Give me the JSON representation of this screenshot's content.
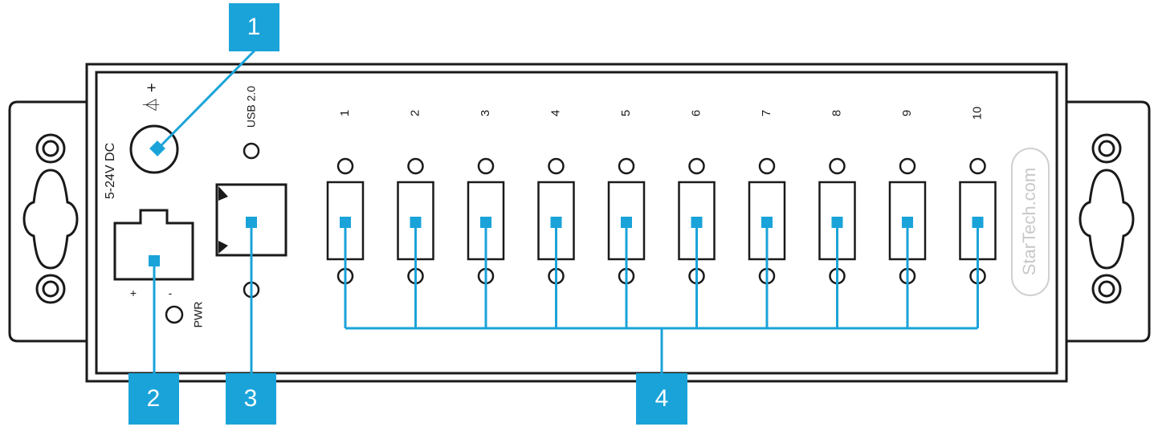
{
  "colors": {
    "callout": "#1aa3d9",
    "outline": "#1a1a1a",
    "background": "#ffffff",
    "logo": "#c8c8c8"
  },
  "device": {
    "voltage_label": "5-24V DC",
    "usb_label": "USB 2.0",
    "pwr_label": "PWR",
    "plus_label": "+",
    "minus_label": "-",
    "dc_symbol": "⏃ +",
    "logo_text": "StarTech.com",
    "ports": [
      "1",
      "2",
      "3",
      "4",
      "5",
      "6",
      "7",
      "8",
      "9",
      "10"
    ]
  },
  "callouts": [
    "1",
    "2",
    "3",
    "4"
  ]
}
